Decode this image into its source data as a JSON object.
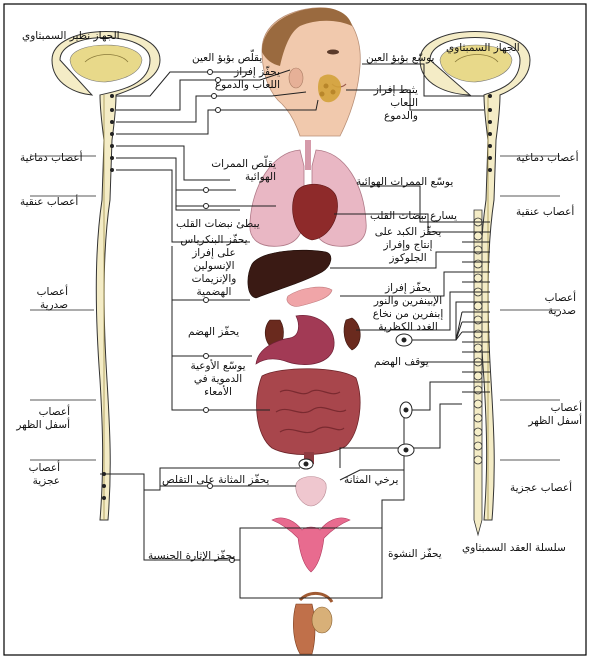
{
  "titles": {
    "parasympathetic": "الجهاز نظير السمبثاوي",
    "sympathetic": "الجهاز السمبثاوي",
    "ganglion_chain": "سلسلة العقد السمبثاوي"
  },
  "left_nerves": {
    "cranial": "أعصاب دماغية",
    "cervical": "أعصاب عنقية",
    "thoracic": "أعصاب صدرية",
    "lumbar": "أعصاب أسفل الظهر",
    "sacral": "أعصاب عجزية"
  },
  "right_nerves": {
    "cranial": "أعصاب دماغية",
    "cervical": "أعصاب عنقية",
    "thoracic": "أعصاب صدرية",
    "lumbar": "أعصاب أسفل الظهر",
    "sacral": "أعصاب عجزية"
  },
  "parasympathetic_effects": {
    "pupil": "يقلّص بؤبؤ العين",
    "saliva": "يحفّز إفراز اللعاب والدموع",
    "airways": "يقلّص الممرات الهوائية",
    "heart": "يبطئ نبضات القلب",
    "pancreas": "يحفّز البنكرياس على إفراز الإنسولين والإنزيمات الهضمية",
    "digestion": "يحفّز الهضم",
    "vessels": "يوسّع الأوعية الدموية في الأمعاء",
    "bladder": "يحفّز المثانة على التقلص",
    "arousal": "يحفّز الإثارة الجنسية"
  },
  "sympathetic_effects": {
    "pupil": "يوسّع بؤبؤ العين",
    "saliva": "يثبط إفراز اللعاب والدموع",
    "airways": "يوسّع الممرات الهوائية",
    "heart": "يسارع نبضات القلب",
    "liver": "يحفّز الكبد على إنتاج وإفراز الجلوكوز",
    "adrenal": "يحفّز إفراز الإبينفرين والنور إبنفرين من نخاع الغدد الكظرية",
    "digestion": "يوقف الهضم",
    "bladder": "يرخي المثانة",
    "orgasm": "يحفّز النشوة"
  },
  "colors": {
    "spine": "#f4ecc6",
    "spine_inner": "#e8d98a",
    "line": "#2a2a2a",
    "lung": "#e9b7c4",
    "heart": "#8e2a2a",
    "liver": "#3a1a14",
    "pancreas": "#f0a5a8",
    "stomach": "#a23a55",
    "kidney": "#6a2a1e",
    "intestine": "#a8464c",
    "bladder": "#efc7cf",
    "uterus": "#e86b8f",
    "skin": "#f1c9ad",
    "hair": "#9a6a3f"
  }
}
